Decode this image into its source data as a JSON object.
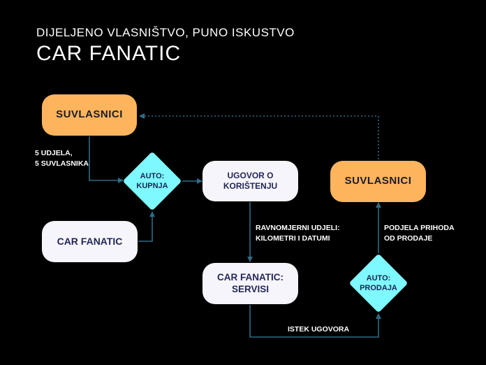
{
  "header": {
    "subtitle": "DIJELJENO VLASNIŠTVO, PUNO ISKUSTVO",
    "title": "CAR FANATIC"
  },
  "nodes": {
    "suvlasnici_left": "SUVLASNICI",
    "car_fanatic": "CAR FANATIC",
    "auto_kupnja_line1": "AUTO:",
    "auto_kupnja_line2": "KUPNJA",
    "ugovor_line1": "UGOVOR O",
    "ugovor_line2": "KORIŠTENJU",
    "servisi_line1": "CAR FANATIC:",
    "servisi_line2": "SERVISI",
    "suvlasnici_right": "SUVLASNICI",
    "auto_prodaja_line1": "AUTO:",
    "auto_prodaja_line2": "PRODAJA"
  },
  "edge_labels": {
    "udjela_line1": "5 UDJELA,",
    "udjela_line2": "5 SUVLASNIKA",
    "ravnomjerni_line1": "RAVNOMJERNI UDJELI:",
    "ravnomjerni_line2": "KILOMETRI I DATUMI",
    "istek": "ISTEK UGOVORA",
    "podjela_line1": "PODJELA PRIHODA",
    "podjela_line2": "OD PRODAJE"
  },
  "colors": {
    "background": "#000000",
    "orange_node": "#fdb45c",
    "white_node": "#f5f5fb",
    "diamond": "#7df9ff",
    "connector": "#2f6b86"
  }
}
